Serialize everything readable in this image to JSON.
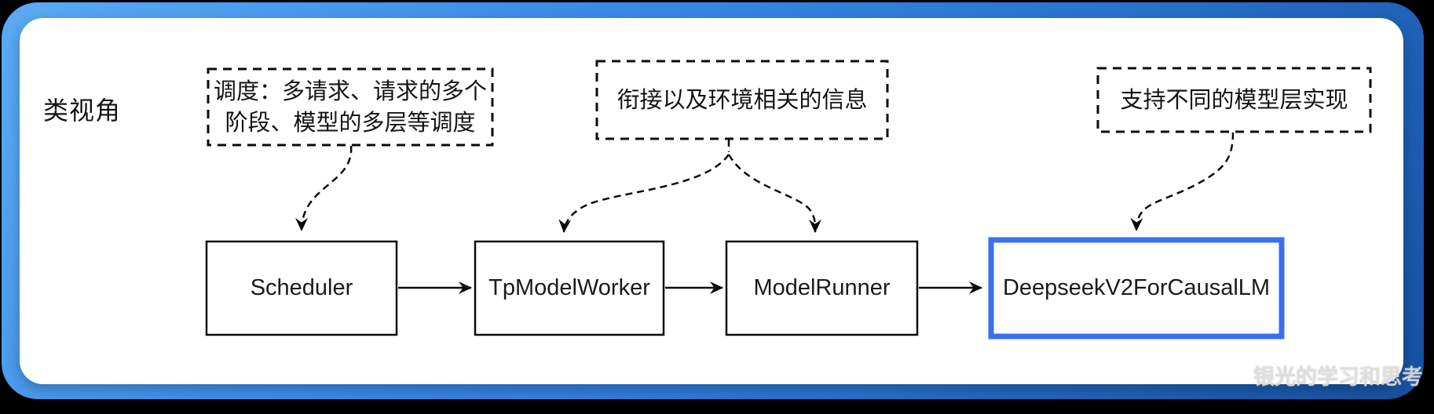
{
  "diagram": {
    "title": "类视角",
    "watermark": "银光的学习和思考",
    "nodes": [
      {
        "id": "scheduler",
        "label": "Scheduler",
        "highlighted": false
      },
      {
        "id": "tp-model-worker",
        "label": "TpModelWorker",
        "highlighted": false
      },
      {
        "id": "model-runner",
        "label": "ModelRunner",
        "highlighted": false
      },
      {
        "id": "deepseek-v2",
        "label": "DeepseekV2ForCausalLM",
        "highlighted": true
      }
    ],
    "annotations": [
      {
        "id": "scheduling-note",
        "text": "调度：多请求、请求的多个\n阶段、模型的多层等调度",
        "points_to": "Scheduler"
      },
      {
        "id": "environment-note",
        "text": "衔接以及环境相关的信息",
        "points_to": "TpModelWorker / ModelRunner"
      },
      {
        "id": "model-layer-note",
        "text": "支持不同的模型层实现",
        "points_to": "DeepseekV2ForCausalLM"
      }
    ],
    "colors": {
      "highlight_border": "#3a70f0",
      "stroke": "#0b0b0b",
      "frame_gradient_start": "#5aaaf3",
      "frame_gradient_end": "#16509f",
      "card_bg": "#ffffff",
      "watermark": "#dcdcdc"
    }
  }
}
